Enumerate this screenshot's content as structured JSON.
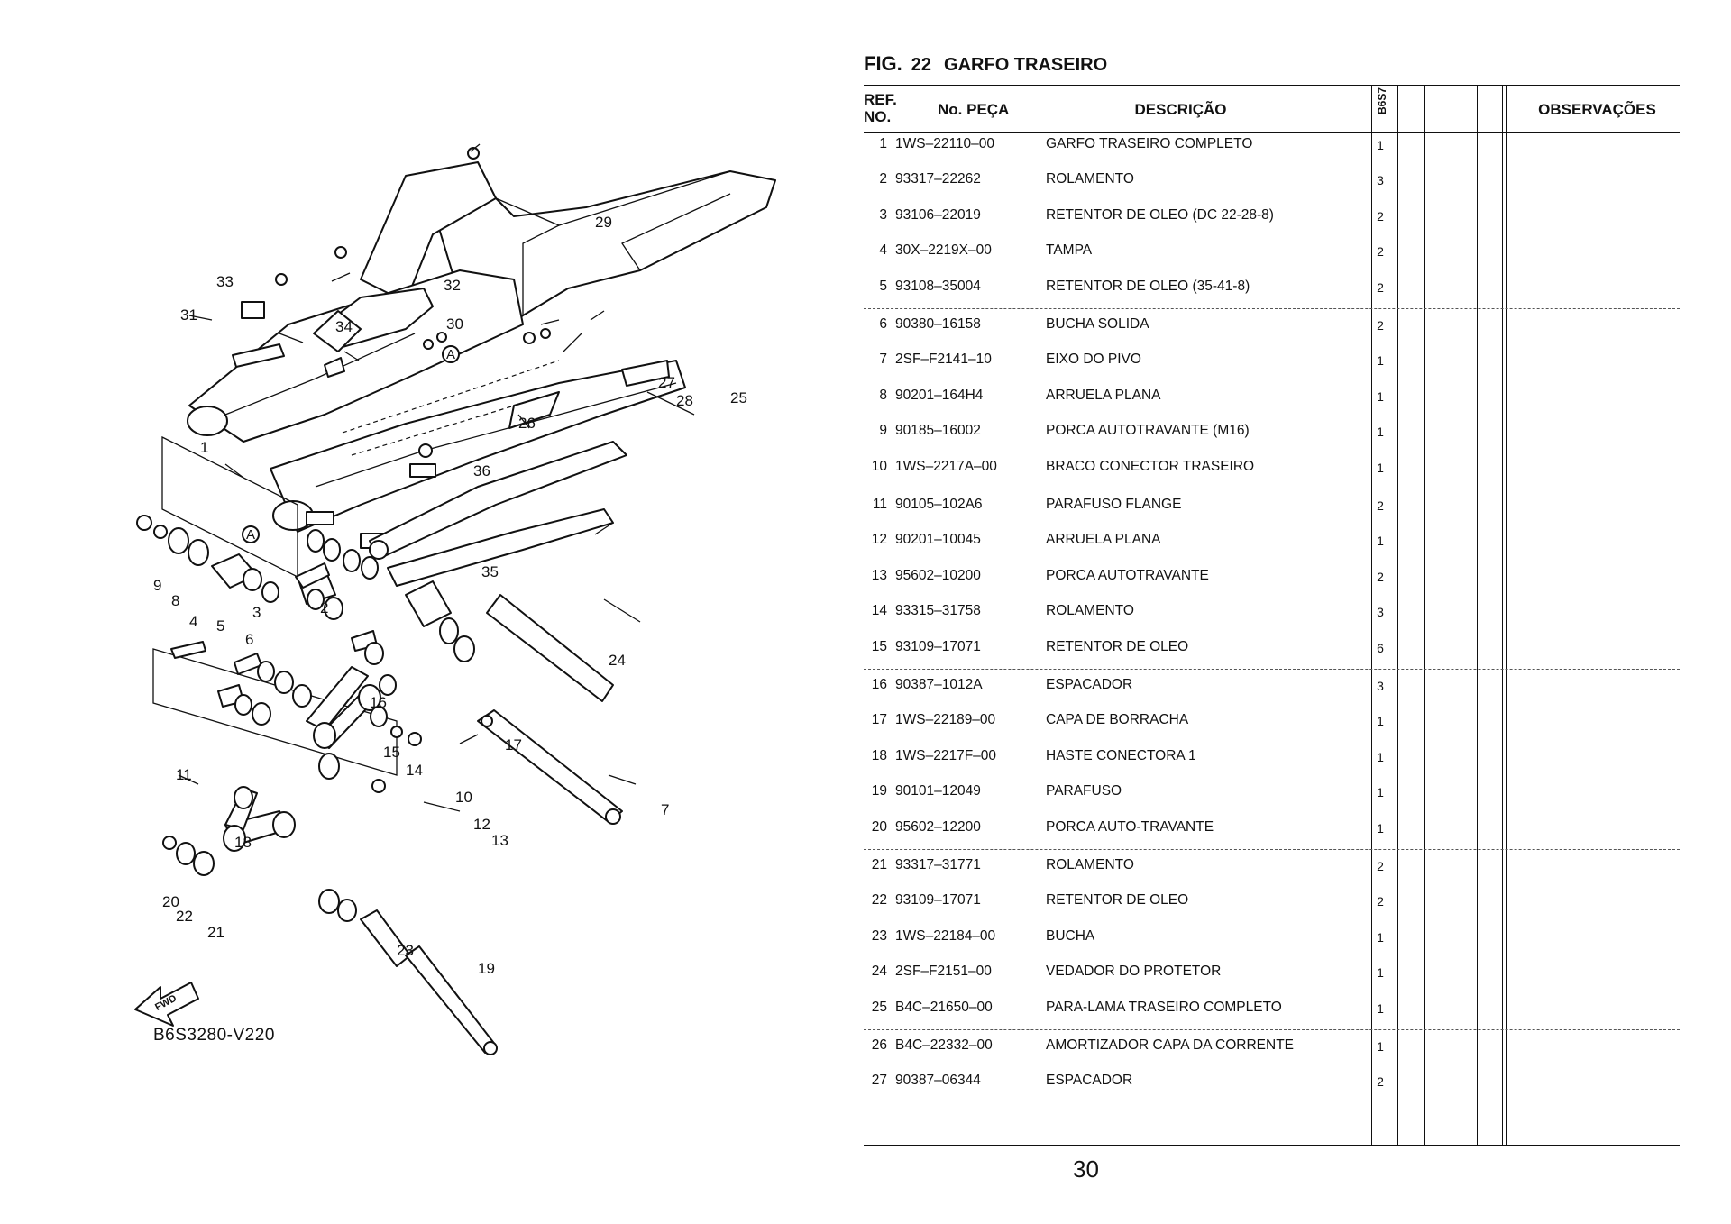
{
  "figure": {
    "label": "FIG.",
    "number": "22",
    "title": "GARFO TRASEIRO"
  },
  "table": {
    "headers": {
      "ref_line1": "REF.",
      "ref_line2": "NO.",
      "part_number": "No. PEÇA",
      "description": "DESCRIÇÃO",
      "model": "B6S7",
      "observations": "OBSERVAÇÕES"
    },
    "rows": [
      {
        "ref": "1",
        "part": "1WS–22110–00",
        "desc": "GARFO TRASEIRO COMPLETO",
        "qty": "1"
      },
      {
        "ref": "2",
        "part": "93317–22262",
        "desc": "ROLAMENTO",
        "qty": "3"
      },
      {
        "ref": "3",
        "part": "93106–22019",
        "desc": "RETENTOR DE OLEO (DC 22-28-8)",
        "qty": "2"
      },
      {
        "ref": "4",
        "part": "30X–2219X–00",
        "desc": "TAMPA",
        "qty": "2"
      },
      {
        "ref": "5",
        "part": "93108–35004",
        "desc": "RETENTOR DE OLEO (35-41-8)",
        "qty": "2"
      },
      {
        "ref": "6",
        "part": "90380–16158",
        "desc": "BUCHA SOLIDA",
        "qty": "2"
      },
      {
        "ref": "7",
        "part": "2SF–F2141–10",
        "desc": "EIXO DO PIVO",
        "qty": "1"
      },
      {
        "ref": "8",
        "part": "90201–164H4",
        "desc": "ARRUELA PLANA",
        "qty": "1"
      },
      {
        "ref": "9",
        "part": "90185–16002",
        "desc": "PORCA AUTOTRAVANTE (M16)",
        "qty": "1"
      },
      {
        "ref": "10",
        "part": "1WS–2217A–00",
        "desc": "BRACO CONECTOR TRASEIRO",
        "qty": "1"
      },
      {
        "ref": "11",
        "part": "90105–102A6",
        "desc": "PARAFUSO FLANGE",
        "qty": "2"
      },
      {
        "ref": "12",
        "part": "90201–10045",
        "desc": "ARRUELA PLANA",
        "qty": "1"
      },
      {
        "ref": "13",
        "part": "95602–10200",
        "desc": "PORCA AUTOTRAVANTE",
        "qty": "2"
      },
      {
        "ref": "14",
        "part": "93315–31758",
        "desc": "ROLAMENTO",
        "qty": "3"
      },
      {
        "ref": "15",
        "part": "93109–17071",
        "desc": "RETENTOR DE OLEO",
        "qty": "6"
      },
      {
        "ref": "16",
        "part": "90387–1012A",
        "desc": "ESPACADOR",
        "qty": "3"
      },
      {
        "ref": "17",
        "part": "1WS–22189–00",
        "desc": "CAPA DE BORRACHA",
        "qty": "1"
      },
      {
        "ref": "18",
        "part": "1WS–2217F–00",
        "desc": "HASTE CONECTORA 1",
        "qty": "1"
      },
      {
        "ref": "19",
        "part": "90101–12049",
        "desc": "PARAFUSO",
        "qty": "1"
      },
      {
        "ref": "20",
        "part": "95602–12200",
        "desc": "PORCA AUTO-TRAVANTE",
        "qty": "1"
      },
      {
        "ref": "21",
        "part": "93317–31771",
        "desc": "ROLAMENTO",
        "qty": "2"
      },
      {
        "ref": "22",
        "part": "93109–17071",
        "desc": "RETENTOR DE OLEO",
        "qty": "2"
      },
      {
        "ref": "23",
        "part": "1WS–22184–00",
        "desc": "BUCHA",
        "qty": "1"
      },
      {
        "ref": "24",
        "part": "2SF–F2151–00",
        "desc": "VEDADOR DO PROTETOR",
        "qty": "1"
      },
      {
        "ref": "25",
        "part": "B4C–21650–00",
        "desc": "PARA-LAMA TRASEIRO COMPLETO",
        "qty": "1"
      },
      {
        "ref": "26",
        "part": "B4C–22332–00",
        "desc": "AMORTIZADOR CAPA DA CORRENTE",
        "qty": "1"
      },
      {
        "ref": "27",
        "part": "90387–06344",
        "desc": "ESPACADOR",
        "qty": "2"
      }
    ]
  },
  "diagram": {
    "code": "B6S3280-V220",
    "fwd_label": "FWD",
    "reference_letter": "A",
    "callouts": [
      "1",
      "2",
      "3",
      "4",
      "5",
      "6",
      "7",
      "8",
      "9",
      "10",
      "11",
      "12",
      "13",
      "14",
      "15",
      "16",
      "17",
      "18",
      "19",
      "20",
      "21",
      "22",
      "23",
      "24",
      "25",
      "26",
      "27",
      "28",
      "29",
      "30",
      "31",
      "32",
      "33",
      "34",
      "35",
      "36"
    ]
  },
  "page_number": "30"
}
